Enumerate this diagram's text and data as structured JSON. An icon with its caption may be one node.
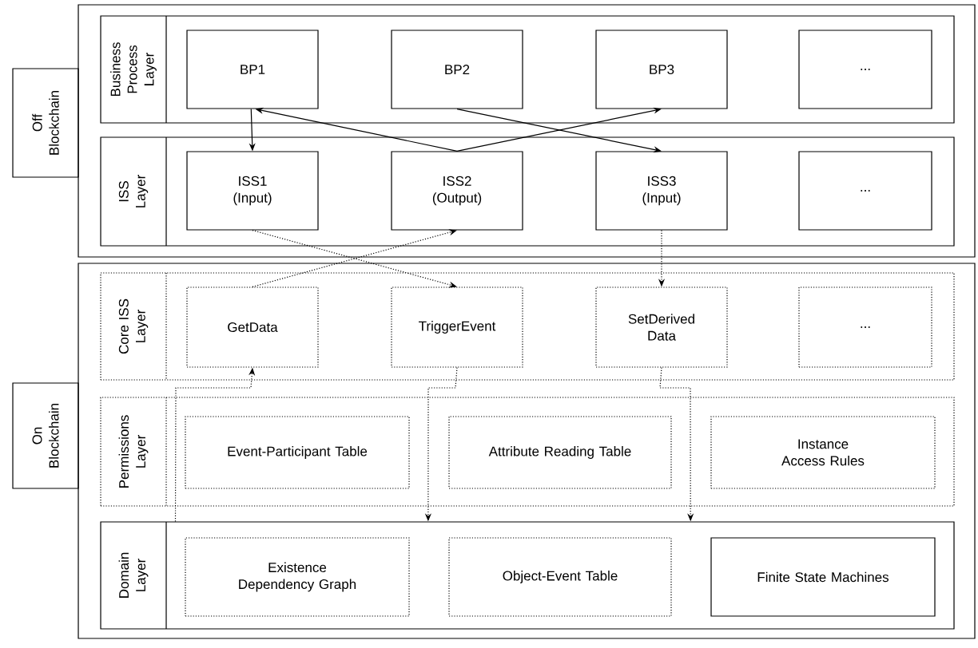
{
  "diagram": {
    "nodes": [
      {
        "text": [
          "Off Blockchain"
        ]
      },
      {
        "text": [
          "Business Process Layer"
        ],
        "in": 0
      },
      {
        "text": [
          "BP1"
        ],
        "in": 1
      },
      {
        "text": [
          "BP2"
        ],
        "in": 1
      },
      {
        "text": [
          "BP3"
        ],
        "in": 1
      },
      {
        "text": [
          "..."
        ],
        "in": 1
      },
      {
        "text": [
          "ISS Layer"
        ],
        "in": 0
      },
      {
        "text": [
          "ISS1 (Input)"
        ],
        "in": 6
      },
      {
        "text": [
          "ISS2 (Output)"
        ],
        "in": 6
      },
      {
        "text": [
          "ISS3 (Input)"
        ],
        "in": 6
      },
      {
        "text": [
          "..."
        ],
        "in": 6
      },
      {
        "text": [
          "On Blockchain"
        ]
      },
      {
        "text": [
          "Core ISS Layer"
        ],
        "in": 11
      },
      {
        "text": [
          "GetData"
        ],
        "in": 12
      },
      {
        "text": [
          "TriggerEvent"
        ],
        "in": 12
      },
      {
        "text": [
          "SetDerived Data"
        ],
        "in": 12
      },
      {
        "text": [
          "..."
        ],
        "in": 12
      },
      {
        "text": [
          "Permissions Layer"
        ],
        "in": 11
      },
      {
        "text": [
          "Event-Participant Table"
        ],
        "in": 17
      },
      {
        "text": [
          "Attribute Reading Table"
        ],
        "in": 17
      },
      {
        "text": [
          "Instance Access Rules"
        ],
        "in": 17
      },
      {
        "text": [
          "Domain Layer"
        ],
        "in": 11
      },
      {
        "text": [
          "Existence Dependency Graph"
        ],
        "in": 21
      },
      {
        "text": [
          "Object-Event Table"
        ],
        "in": 21
      },
      {
        "text": [
          "Finite State Machines"
        ],
        "in": 21
      }
    ],
    "edges": [
      {
        "from": 2,
        "to": 7,
        "arrow": "to"
      },
      {
        "from": 8,
        "to": 2,
        "arrow": "to"
      },
      {
        "from": 8,
        "to": 4,
        "arrow": "to"
      },
      {
        "from": 3,
        "to": 9,
        "arrow": "to"
      },
      {
        "from": 7,
        "to": 14,
        "arrow": "to",
        "style": "dashed"
      },
      {
        "from": 13,
        "to": 8,
        "arrow": "to",
        "style": "dashed"
      },
      {
        "from": 9,
        "to": 15,
        "arrow": "to",
        "style": "dashed"
      },
      {
        "from": 21,
        "to": 13,
        "arrow": "to",
        "style": "dashed"
      },
      {
        "from": 14,
        "to": 21,
        "arrow": "to",
        "style": "dashed"
      },
      {
        "from": 15,
        "to": 21,
        "arrow": "to",
        "style": "dashed"
      }
    ]
  }
}
